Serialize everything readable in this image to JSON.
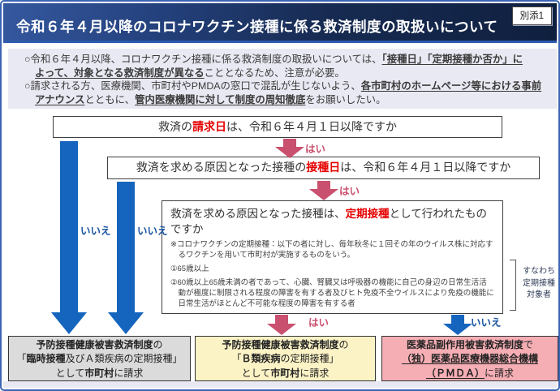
{
  "page": {
    "badge": "別添1",
    "title": "令和６年４月以降のコロナワクチン接種に係る救済制度の取扱いについて"
  },
  "colors": {
    "title_bar": "#172b52",
    "title_underline": "#2e5bb0",
    "panel_lavender": "#e9e9f3",
    "red_emphasis": "#e60000",
    "arrow_pink": "#c9506e",
    "arrow_blue": "#1565be",
    "outcome_gray": "#dbdbdb",
    "outcome_yellow": "#fbf2c5",
    "outcome_pink": "#f5aeb4",
    "box_border": "#3f3f3f",
    "page_border": "#3c66b4"
  },
  "bullets": [
    {
      "lines": [
        [
          {
            "t": "○令和６年４月以降、コロナワクチン接種に係る救済制度の取扱いについては、"
          },
          {
            "t": "「接種日」「定期接種か否か」に",
            "s": "bu"
          }
        ],
        [
          {
            "t": "よって、対象となる救済制度が異なる",
            "s": "bu"
          },
          {
            "t": "こととなるため、注意が必要。"
          }
        ]
      ]
    },
    {
      "lines": [
        [
          {
            "t": "○請求される方、医療機関、市町村やPMDAの窓口で混乱が生じないよう、"
          },
          {
            "t": "各市町村のホームページ等における事前",
            "s": "bu"
          }
        ],
        [
          {
            "t": "アナウンス",
            "s": "bu"
          },
          {
            "t": "とともに、"
          },
          {
            "t": "管内医療機関に対して制度の周知徹底",
            "s": "bu"
          },
          {
            "t": "をお願いしたい。"
          }
        ]
      ]
    }
  ],
  "flow": {
    "labels": {
      "yes": "はい",
      "no": "いいえ"
    },
    "q1": [
      {
        "t": "救済の"
      },
      {
        "t": "請求日",
        "s": "r"
      },
      {
        "t": "は、令和６年４月１日以降ですか"
      }
    ],
    "q2": [
      {
        "t": "救済を求める原因となった接種の"
      },
      {
        "t": "接種日",
        "s": "r"
      },
      {
        "t": "は、令和６年４月１日以降ですか"
      }
    ],
    "q3": {
      "question": [
        {
          "t": "救済を求める原因となった接種は、"
        },
        {
          "t": "定期接種",
          "s": "r"
        },
        {
          "t": "として行われたものですか"
        }
      ],
      "note": "※コロナワクチンの定期接種：以下の者に対し、毎年秋冬に１回その年のウイルス株に対応するワクチンを用いて市町村が実施するものをいう。",
      "item1": "①65歳以上",
      "item2": "②60歳以上65歳未満の者であって、心臓、腎臓又は呼吸器の機能に自己の身辺の日常生活活動が極度に制限される程度の障害を有する者及びヒト免疫不全ウイルスにより免疫の機能に日常生活がほとんど不可能な程度の障害を有する者"
    },
    "side_note": {
      "lines": [
        "すなわち",
        "定期接種",
        "対象者"
      ]
    }
  },
  "outcomes": [
    {
      "lines": [
        [
          {
            "t": "予防接種健康被害救済制度",
            "s": "b"
          },
          {
            "t": "の"
          }
        ],
        [
          {
            "t": "「"
          },
          {
            "t": "臨時接種",
            "s": "b"
          },
          {
            "t": "及びＡ類疾病の定期接種」"
          }
        ],
        [
          {
            "t": "として"
          },
          {
            "t": "市町村",
            "s": "b"
          },
          {
            "t": "に請求"
          }
        ]
      ]
    },
    {
      "lines": [
        [
          {
            "t": "予防接種健康被害救済制度",
            "s": "b"
          },
          {
            "t": "の"
          }
        ],
        [
          {
            "t": "「"
          },
          {
            "t": "Ｂ類疾病",
            "s": "b"
          },
          {
            "t": "の定期接種」"
          }
        ],
        [
          {
            "t": "として"
          },
          {
            "t": "市町村",
            "s": "b"
          },
          {
            "t": "に請求"
          }
        ]
      ]
    },
    {
      "lines": [
        [
          {
            "t": "医薬品副作用被害救済制度",
            "s": "b"
          },
          {
            "t": "で"
          }
        ],
        [
          {
            "t": "（独）医薬品医療機器総合機構",
            "s": "bu"
          }
        ],
        [
          {
            "t": "（ＰＭＤＡ）",
            "s": "bu"
          },
          {
            "t": "に請求"
          }
        ]
      ]
    }
  ]
}
